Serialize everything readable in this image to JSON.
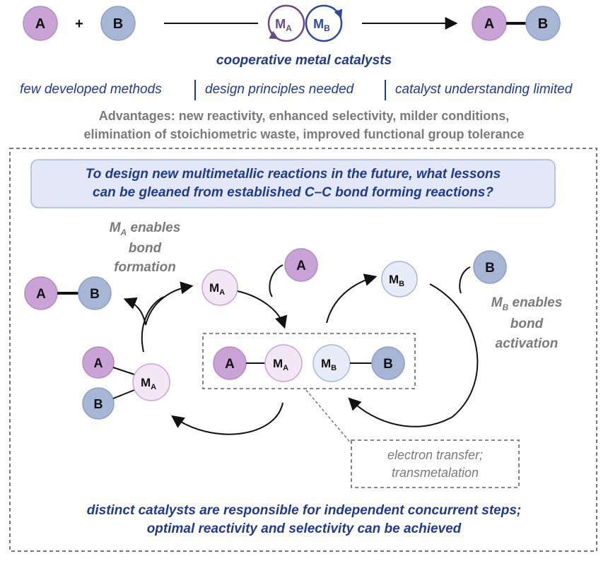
{
  "colors": {
    "purple_fill": "#c9a3d6",
    "purple_stroke": "#b48cc4",
    "blue_fill": "#a8b6d6",
    "blue_stroke": "#8ea0c8",
    "ma_fill": "#f3e6f5",
    "mb_fill": "#e7ecf8",
    "accent_text": "#1f3a8f",
    "gray_text": "#7a7a7a",
    "question_fill": "#e2e8f7"
  },
  "labels": {
    "a": "A",
    "b": "B",
    "plus": "+",
    "m": "M",
    "sub_a": "A",
    "sub_b": "B"
  },
  "header": {
    "title": "cooperative metal catalysts",
    "issue_1": "few developed methods",
    "issue_2": "design principles needed",
    "issue_3": "catalyst understanding limited",
    "advantages_line1": "Advantages: new reactivity, enhanced selectivity, milder conditions,",
    "advantages_line2": "elimination of stoichiometric waste, improved functional group tolerance"
  },
  "question": {
    "line1": "To design new multimetallic  reactions in the future, what lessons",
    "line2": "can be gleaned from established C–C bond forming reactions?"
  },
  "annotations": {
    "ma_line1_suffix": " enables",
    "ma_line2": "bond",
    "ma_line3": "formation",
    "mb_line1_suffix": " enables",
    "mb_line2": "bond",
    "mb_line3": "activation",
    "transfer_line1": "electron transfer;",
    "transfer_line2": "transmetalation"
  },
  "conclusion": {
    "line1": "distinct catalysts are responsible for independent concurrent steps;",
    "line2": "optimal reactivity and selectivity can be achieved"
  }
}
